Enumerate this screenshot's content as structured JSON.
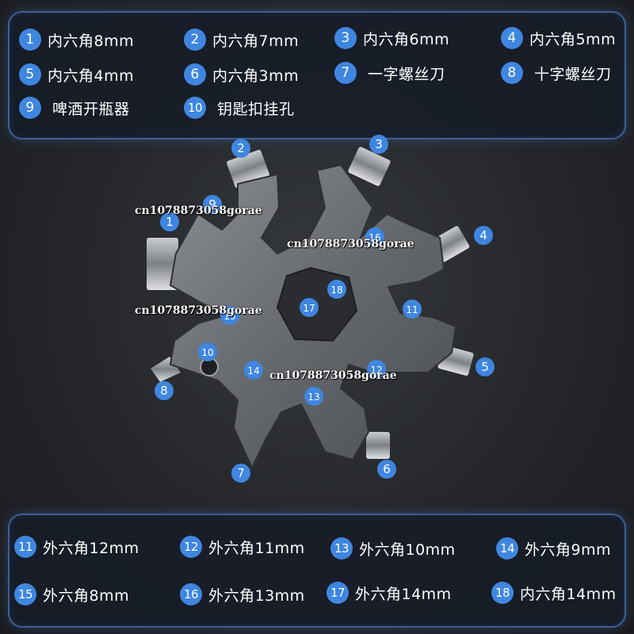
{
  "legend_top": [
    {
      "num": "1",
      "label": "内六角8mm"
    },
    {
      "num": "2",
      "label": "内六角7mm"
    },
    {
      "num": "3",
      "label": "内六角6mm"
    },
    {
      "num": "4",
      "label": "内六角5mm"
    },
    {
      "num": "5",
      "label": "内六角4mm"
    },
    {
      "num": "6",
      "label": "内六角3mm"
    },
    {
      "num": "7",
      "label": "一字螺丝刀"
    },
    {
      "num": "8",
      "label": "十字螺丝刀"
    },
    {
      "num": "9",
      "label": "啤酒开瓶器"
    },
    {
      "num": "10",
      "label": "钥匙扣挂孔"
    }
  ],
  "legend_bottom": [
    {
      "num": "11",
      "label": "外六角12mm"
    },
    {
      "num": "12",
      "label": "外六角11mm"
    },
    {
      "num": "13",
      "label": "外六角10mm"
    },
    {
      "num": "14",
      "label": "外六角9mm"
    },
    {
      "num": "15",
      "label": "外六角8mm"
    },
    {
      "num": "16",
      "label": "外六角13mm"
    },
    {
      "num": "17",
      "label": "外六角14mm"
    },
    {
      "num": "18",
      "label": "内六角14mm"
    }
  ],
  "callouts": [
    "1",
    "2",
    "3",
    "4",
    "5",
    "6",
    "7",
    "8",
    "9",
    "10",
    "11",
    "12",
    "13",
    "14",
    "15",
    "16",
    "17",
    "18"
  ],
  "watermark": "cn1078873058gorae",
  "colors": {
    "accent": "#3f86e0",
    "panel_border": "#3d5f94",
    "steel": "#6e7176"
  }
}
